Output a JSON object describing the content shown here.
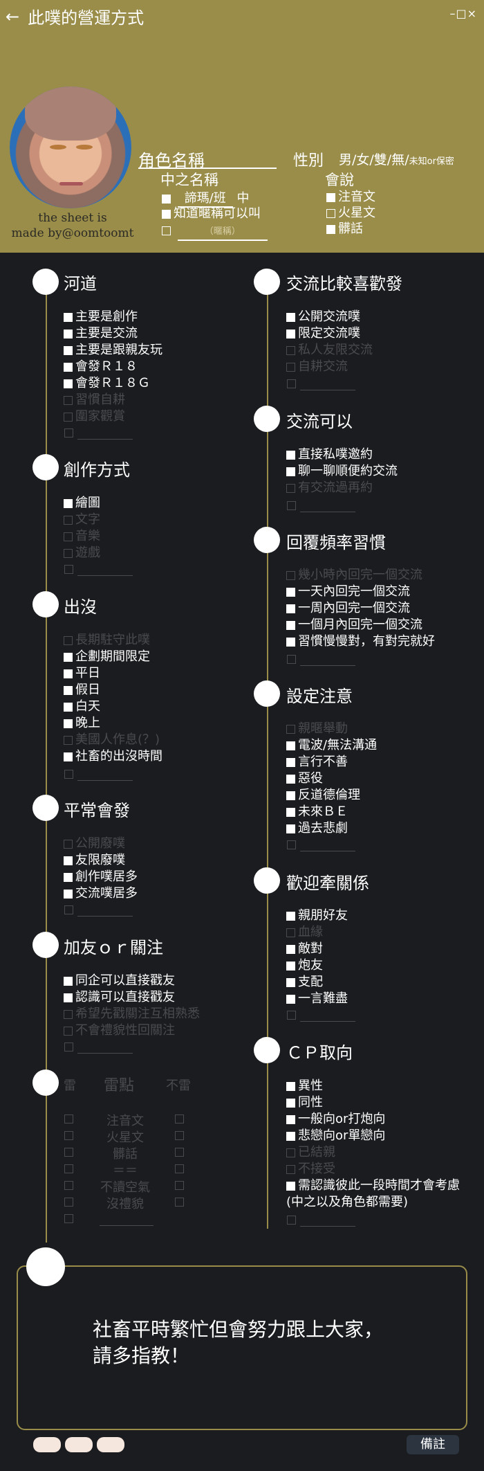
{
  "window": {
    "title": "此噗的營運方式",
    "controls": "–□×"
  },
  "profile": {
    "credit_line1": "the sheet is",
    "credit_line2": "made by@oomtoomt",
    "char_name_label": "角色名稱",
    "gender_label": "性別",
    "gender_options": "男/女/雙/無/",
    "gender_unknown": "未知or保密",
    "zh_name_label": "中之名稱",
    "zh_name_value": "諦瑪/班",
    "zh_name_suffix": "中",
    "zh_name_line2": "知道暱稱可以叫",
    "nickname_placeholder": "（暱稱）",
    "speak_label": "會說",
    "speak_items": [
      "注音文",
      "火星文",
      "髒話"
    ]
  },
  "sections": {
    "river": {
      "title": "河道",
      "items": [
        "主要是創作",
        "主要是交流",
        "主要是跟親友玩",
        "會發Ｒ１８",
        "會發Ｒ１８Ｇ",
        "習慣自耕",
        "圍家觀賞"
      ]
    },
    "creation": {
      "title": "創作方式",
      "items": [
        "繪圖",
        "文字",
        "音樂",
        "遊戲"
      ]
    },
    "presence": {
      "title": "出沒",
      "items": [
        "長期駐守此噗",
        "企劃期間限定",
        "平日",
        "假日",
        "白天",
        "晚上",
        "美國人作息(？)",
        "社畜的出沒時間"
      ]
    },
    "usual": {
      "title": "平常會發",
      "items": [
        "公開廢噗",
        "友限廢噗",
        "創作噗居多",
        "交流噗居多"
      ]
    },
    "follow": {
      "title": "加友ｏｒ關注",
      "items": [
        "同企可以直接戳友",
        "認識可以直接戳友",
        "希望先戳關注互相熟悉",
        "不會禮貌性回關注"
      ]
    },
    "mines": {
      "title_left": "雷",
      "title_mid": "雷點",
      "title_right": "不雷",
      "items": [
        "注音文",
        "火星文",
        "髒話",
        "＝＝",
        "不讀空氣",
        "沒禮貌"
      ]
    },
    "exchange_pref": {
      "title": "交流比較喜歡發",
      "items": [
        "公開交流噗",
        "限定交流噗",
        "私人友限交流",
        "自耕交流"
      ]
    },
    "exchange_ok": {
      "title": "交流可以",
      "items": [
        "直接私噗邀約",
        "聊一聊順便約交流",
        "有交流過再約"
      ]
    },
    "reply": {
      "title": "回覆頻率習慣",
      "items": [
        "幾小時內回完一個交流",
        "一天內回完一個交流",
        "一周內回完一個交流",
        "一個月內回完一個交流",
        "習慣慢慢對，有對完就好"
      ]
    },
    "settings": {
      "title": "設定注意",
      "items": [
        "親暱舉動",
        "電波/無法溝通",
        "言行不善",
        "惡役",
        "反道德倫理",
        "未來ＢＥ",
        "過去悲劇"
      ]
    },
    "relations": {
      "title": "歡迎牽關係",
      "items": [
        "親朋好友",
        "血緣",
        "敵對",
        "炮友",
        "支配",
        "一言難盡"
      ]
    },
    "cp": {
      "title": "ＣＰ取向",
      "items": [
        "異性",
        "同性",
        "一般向or打炮向",
        "悲戀向or單戀向",
        "已結親",
        "不接受",
        "需認識彼此一段時間才會考慮",
        "(中之以及角色都需要)"
      ]
    }
  },
  "note": {
    "line1": "社畜平時繁忙但會努力跟上大家，",
    "line2": "請多指教！"
  },
  "footer": {
    "note_button": "備註"
  }
}
